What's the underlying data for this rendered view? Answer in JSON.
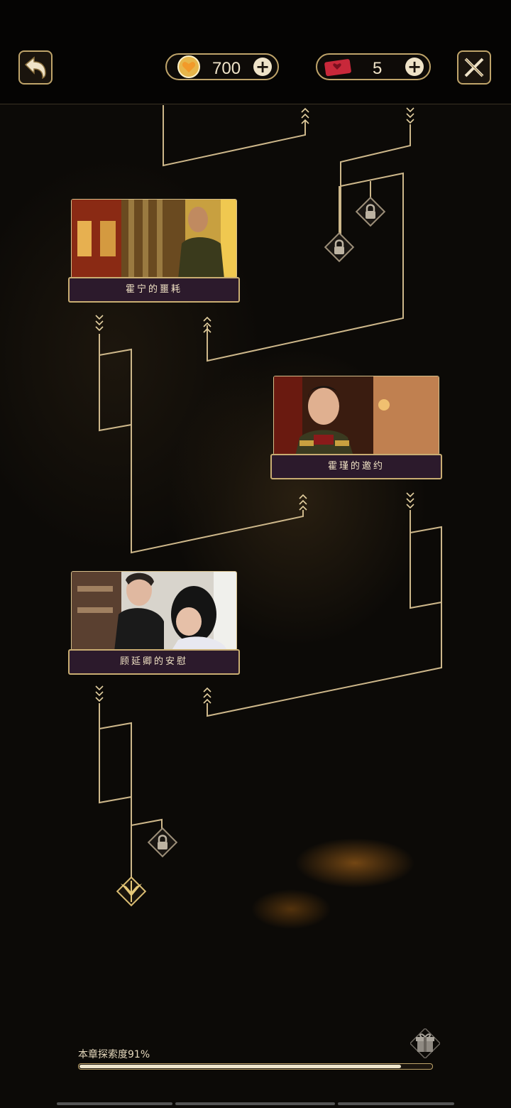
{
  "header": {
    "coins": "700",
    "tickets": "5"
  },
  "story_nodes": [
    {
      "title": "霍宁的噩耗"
    },
    {
      "title": "霍瑾的邀约"
    },
    {
      "title": "顾延卿的安慰"
    }
  ],
  "progress": {
    "label": "本章探索度91%",
    "value": 0.91
  },
  "icons": {
    "back": "back-arrow-icon",
    "coin": "heart-coin-icon",
    "ticket": "red-ticket-icon",
    "close": "close-x-icon",
    "lock": "lock-icon",
    "ending": "crossed-arrows-icon",
    "gift": "gift-box-icon"
  },
  "colors": {
    "gold": "#bfa46a",
    "label_bg": "#2c1a2c"
  }
}
